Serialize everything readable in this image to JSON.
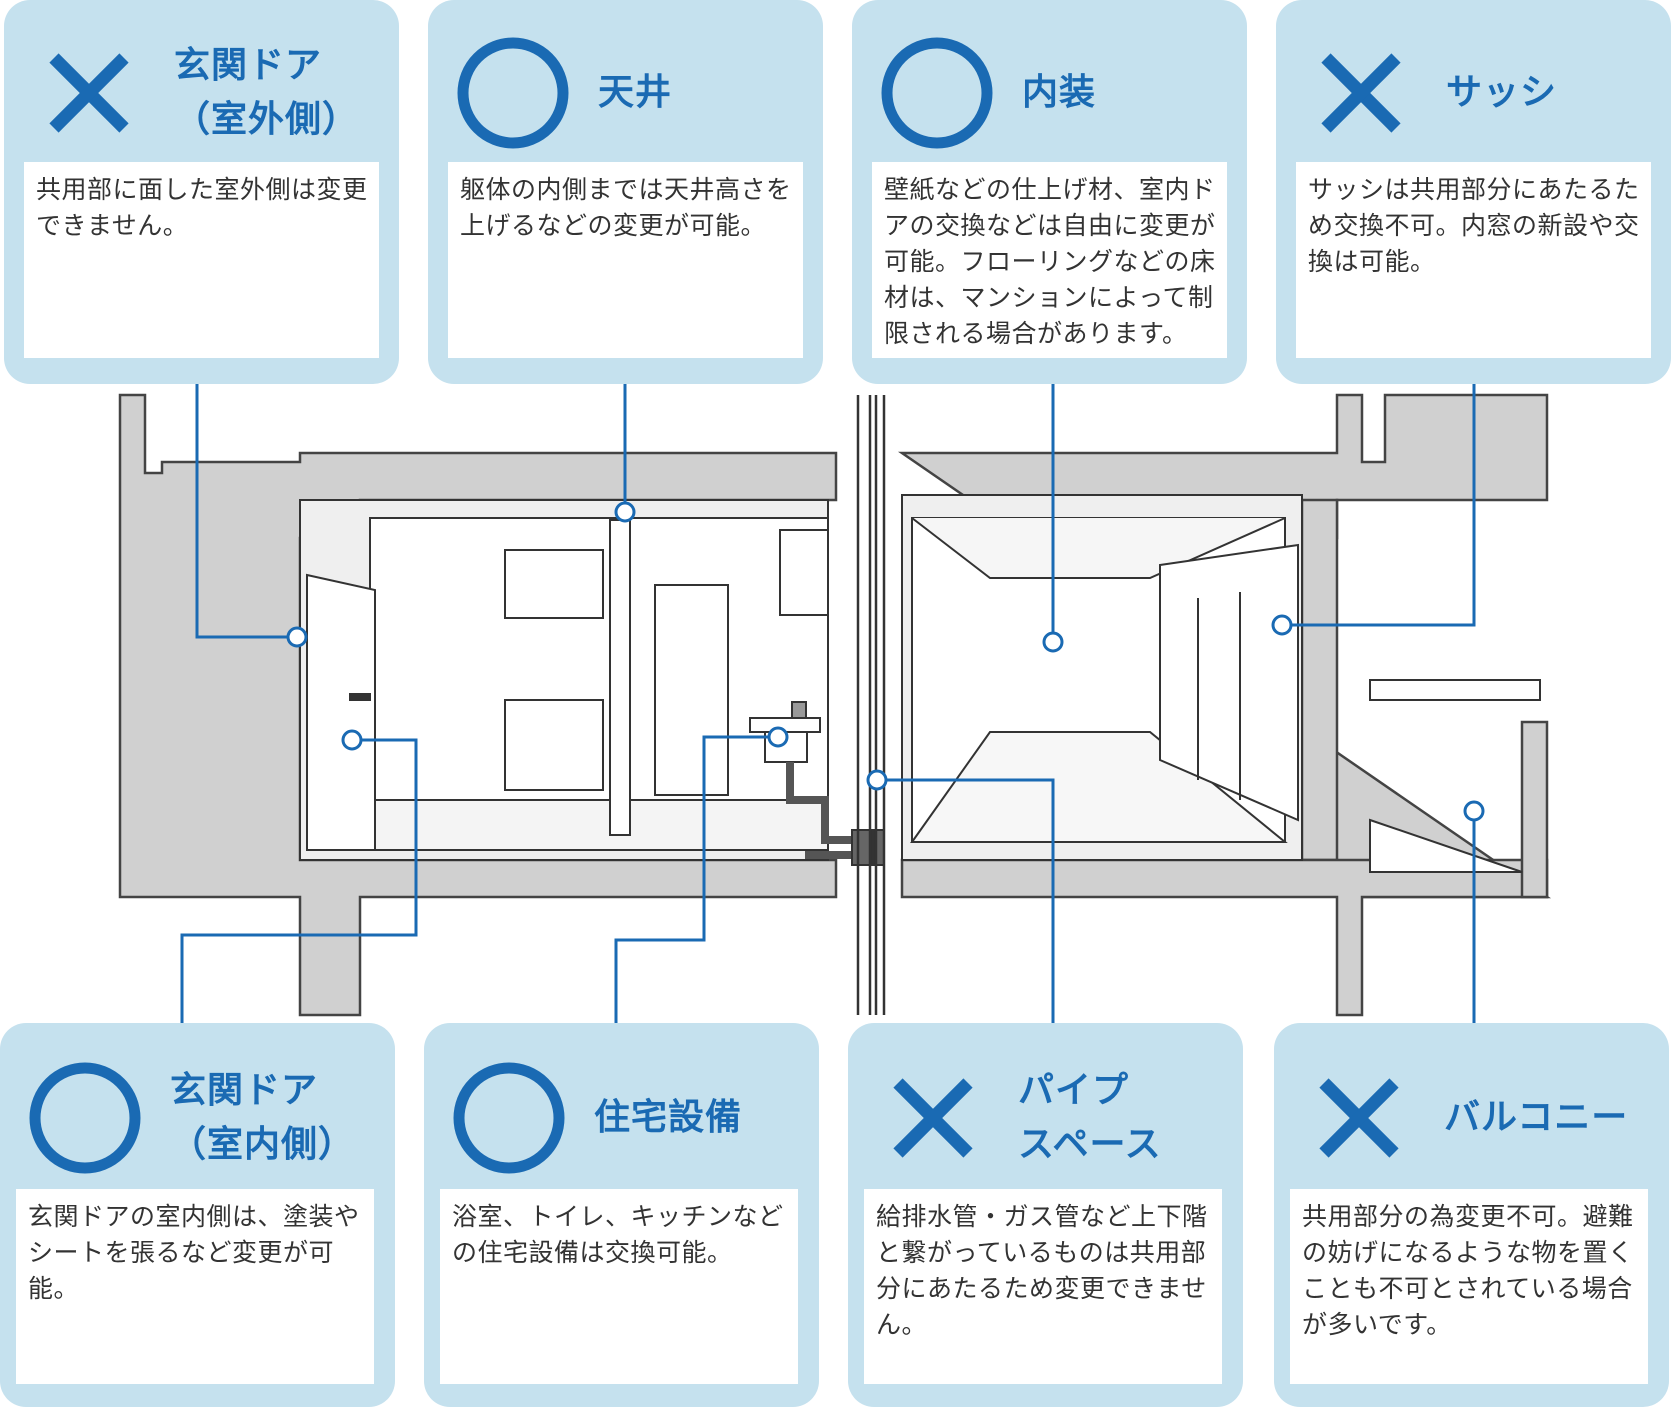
{
  "colors": {
    "accent": "#1a6ab3",
    "card_bg": "#c5e1ee",
    "structure_fill": "#d0d0d0",
    "structure_stroke": "#444444"
  },
  "cards": [
    {
      "id": "entrance-outer",
      "symbol": "cross-mark-icon",
      "title": "玄関ドア\n（室外側）",
      "description": "共用部に面した室外側は変更\nできません。"
    },
    {
      "id": "ceiling",
      "symbol": "circle-mark-icon",
      "title": "天井",
      "description": "躯体の内側までは天井高さを\n上げるなどの変更が可能。"
    },
    {
      "id": "interior",
      "symbol": "circle-mark-icon",
      "title": "内装",
      "description": "壁紙などの仕上げ材、室内ド\nアの交換などは自由に変更が\n可能。フローリングなどの床\n材は、マンションによって制\n限される場合があります。"
    },
    {
      "id": "sash",
      "symbol": "cross-mark-icon",
      "title": "サッシ",
      "description": "サッシは共用部分にあたるた\nめ交換不可。内窓の新設や交\n換は可能。"
    },
    {
      "id": "entrance-inner",
      "symbol": "circle-mark-icon",
      "title": "玄関ドア\n（室内側）",
      "description": "玄関ドアの室内側は、塗装や\nシートを張るなど変更が可\n能。"
    },
    {
      "id": "equipment",
      "symbol": "circle-mark-icon",
      "title": "住宅設備",
      "description": "浴室、トイレ、キッチンなど\nの住宅設備は交換可能。"
    },
    {
      "id": "pipe-space",
      "symbol": "cross-mark-icon",
      "title": "パイプ\nスペース",
      "description": "給排水管・ガス管など上下階\nと繋がっているものは共用部\n分にあたるため変更できませ\nん。"
    },
    {
      "id": "balcony",
      "symbol": "cross-mark-icon",
      "title": "バルコニー",
      "description": "共用部分の為変更不可。避難\nの妨げになるような物を置く\nことも不可とされている場合\nが多いです。"
    }
  ]
}
